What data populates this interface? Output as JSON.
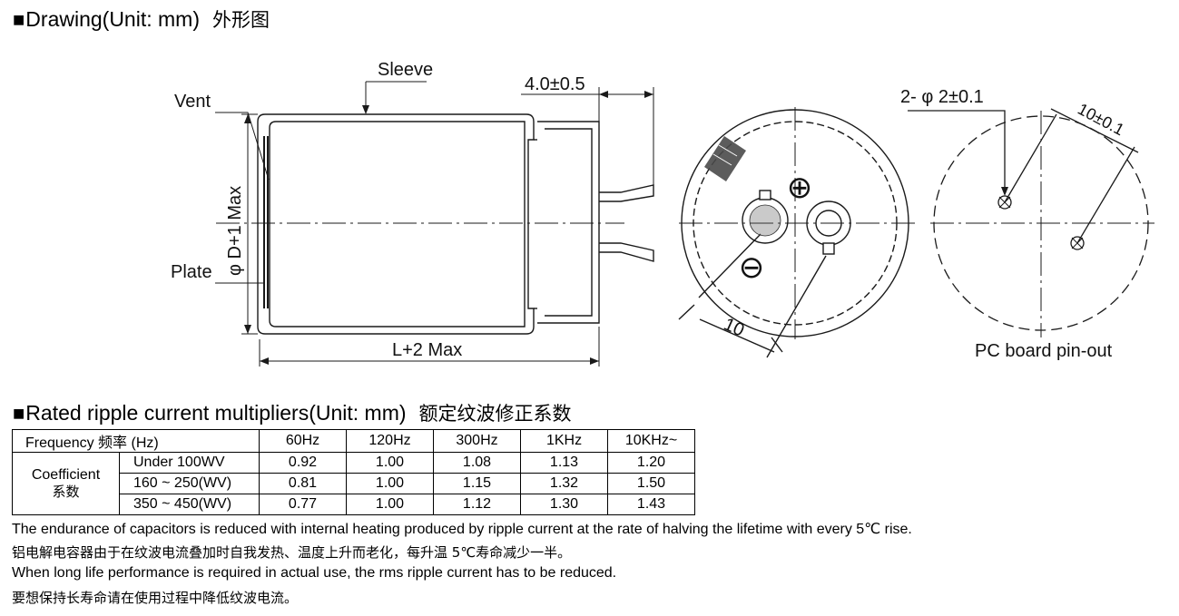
{
  "section1": {
    "square": "■",
    "title": "Drawing(Unit: mm)",
    "title_cn": "外形图"
  },
  "drawing": {
    "sleeve": "Sleeve",
    "vent": "Vent",
    "plate": "Plate",
    "diameter": "φ D+1 Max",
    "length": "L+2 Max",
    "lead_length": "4.0±0.5",
    "pitch": "10",
    "hole": "2- φ 2±0.1",
    "hole_pitch": "10±0.1",
    "pcb_caption": "PC board pin-out",
    "plus_symbol": "⊕",
    "minus_symbol": "⊖"
  },
  "section2": {
    "square": "■",
    "title": "Rated ripple current multipliers(Unit: mm)",
    "title_cn": "额定纹波修正系数"
  },
  "table": {
    "freq_label": "Frequency  频率  (Hz)",
    "freqs": [
      "60Hz",
      "120Hz",
      "300Hz",
      "1KHz",
      "10KHz~"
    ],
    "coef_label": "Coefficient",
    "coef_label_cn": "系数",
    "rows": [
      {
        "wv": "Under 100WV",
        "values": [
          "0.92",
          "1.00",
          "1.08",
          "1.13",
          "1.20"
        ]
      },
      {
        "wv": "160 ~ 250(WV)",
        "values": [
          "0.81",
          "1.00",
          "1.15",
          "1.32",
          "1.50"
        ]
      },
      {
        "wv": "350 ~ 450(WV)",
        "values": [
          "0.77",
          "1.00",
          "1.12",
          "1.30",
          "1.43"
        ]
      }
    ]
  },
  "notes": [
    "The endurance of capacitors is reduced with internal heating produced by ripple current at the rate of halving the lifetime with every 5℃ rise.",
    "铝电解电容器由于在纹波电流叠加时自我发热、温度上升而老化，每升温 5℃寿命减少一半。",
    "When long life performance is required in actual use, the rms ripple current has to be reduced.",
    "要想保持长寿命请在使用过程中降低纹波电流。"
  ]
}
